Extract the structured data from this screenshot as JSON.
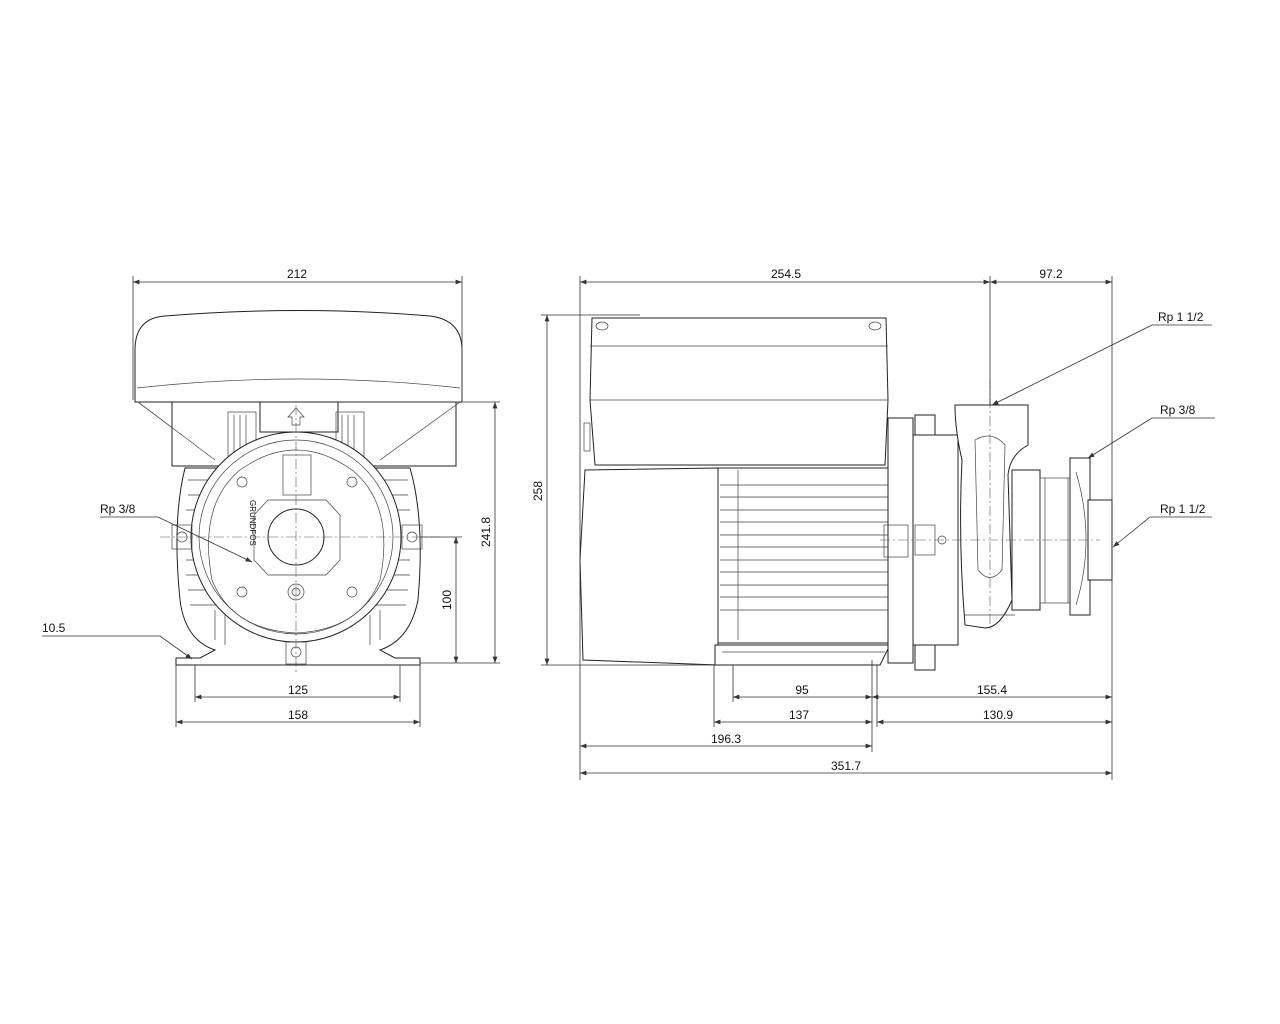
{
  "front_view": {
    "dims": {
      "width_overall": "212",
      "height_to_top_of_body": "241.8",
      "shaft_height": "100",
      "foot_hole_spacing": "125",
      "foot_width": "158",
      "foot_thickness": "10.5"
    },
    "callouts": {
      "drain_port": "Rp 3/8"
    }
  },
  "side_view": {
    "dims": {
      "motor_length": "254.5",
      "pump_length": "97.2",
      "overall_height": "258",
      "foot_hole_spacing": "95",
      "hole_to_outlet_end": "155.4",
      "foot_length": "137",
      "foot_to_outlet_end": "130.9",
      "back_to_hole": "196.3",
      "overall_length": "351.7"
    },
    "callouts": {
      "outlet_port": "Rp 1 1/2",
      "vent_port": "Rp 3/8",
      "inlet_port": "Rp 1 1/2"
    }
  }
}
